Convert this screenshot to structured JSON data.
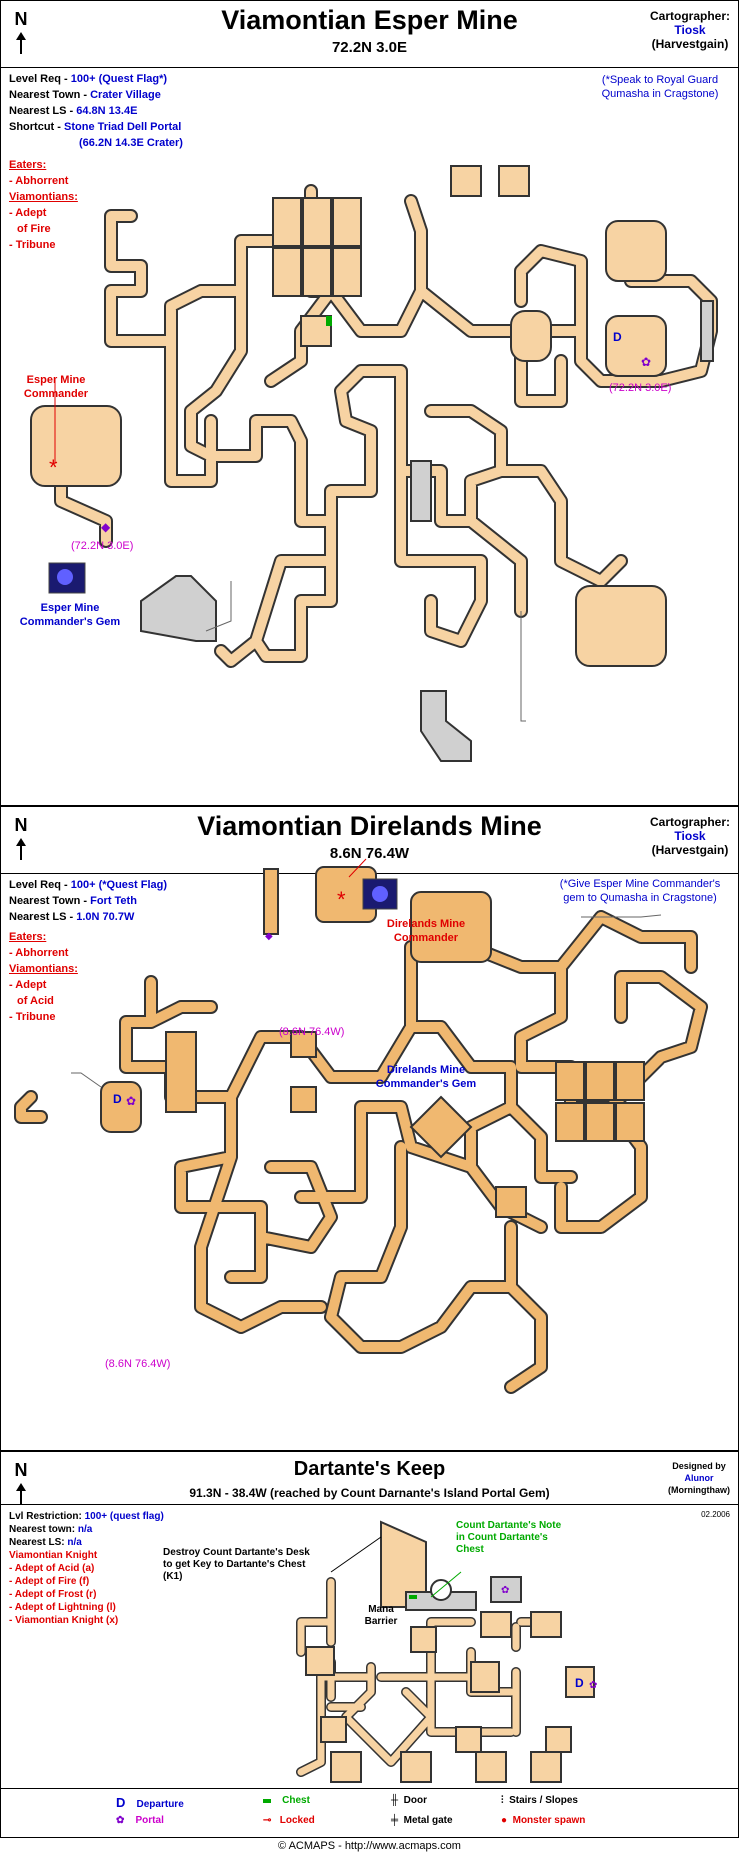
{
  "map1": {
    "north": "N",
    "title": "Viamontian Esper Mine",
    "coords": "72.2N 3.0E",
    "cartographer_label": "Cartographer:",
    "cartographer": "Tiosk",
    "cartographer_sub": "(Harvestgain)",
    "info": [
      {
        "label": "Level Req - ",
        "value": "100+ (Quest Flag*)"
      },
      {
        "label": "Nearest Town - ",
        "value": "Crater Village"
      },
      {
        "label": "Nearest LS - ",
        "value": "64.8N 13.4E"
      },
      {
        "label": "Shortcut - ",
        "value": "Stone Triad Dell Portal"
      },
      {
        "label": "",
        "value": "(66.2N 14.3E Crater)"
      }
    ],
    "note": "(*Speak to Royal Guard Qumasha  in Cragstone)",
    "eaters": "Eaters:",
    "eaters_items": [
      "- Abhorrent"
    ],
    "viamontians": "Viamontians:",
    "viamontians_items": [
      "- Adept",
      "  of Fire",
      "- Tribune"
    ],
    "commander_label": "Esper Mine Commander",
    "portal_coord_right": "(72.2N 3.0E)",
    "portal_coord_left": "(72.2N 3.0E)",
    "gem_label": "Esper Mine Commander's Gem",
    "departure": "D"
  },
  "map2": {
    "north": "N",
    "title": "Viamontian Direlands Mine",
    "coords": "8.6N 76.4W",
    "cartographer_label": "Cartographer:",
    "cartographer": "Tiosk",
    "cartographer_sub": "(Harvestgain)",
    "info": [
      {
        "label": "Level Req - ",
        "value": "100+ (*Quest Flag)"
      },
      {
        "label": "Nearest Town - ",
        "value": "Fort Teth"
      },
      {
        "label": "Nearest LS - ",
        "value": "1.0N 70.7W"
      }
    ],
    "note": "(*Give Esper Mine Commander's gem to Qumasha in Cragstone)",
    "eaters": "Eaters:",
    "eaters_items": [
      "- Abhorrent"
    ],
    "viamontians": "Viamontians:",
    "viamontians_items": [
      "- Adept",
      "  of Acid",
      "- Tribune"
    ],
    "commander_label": "Direlands Mine Commander",
    "portal_coord_top": "(8.6N 76.4W)",
    "portal_coord_bottom": "(8.6N 76.4W)",
    "gem_label": "Direlands Mine Commander's Gem",
    "departure": "D"
  },
  "map3": {
    "north": "N",
    "title": "Dartante's Keep",
    "coords": "91.3N - 38.4W (reached by Count Darnante's Island Portal Gem)",
    "designed_label": "Designed by",
    "designer": "Alunor",
    "designer_sub": "(Morningthaw)",
    "date": "02.2006",
    "info": [
      {
        "label": "Lvl Restriction: ",
        "value": "100+ (quest flag)"
      },
      {
        "label": "Nearest town: ",
        "value": "n/a"
      },
      {
        "label": "Nearest LS: ",
        "value": "n/a"
      }
    ],
    "knight_header": "Viamontian Knight",
    "knight_items": [
      "- Adept of Acid (a)",
      "- Adept of Fire (f)",
      "- Adept of Frost (r)",
      "- Adept of Lightning (l)",
      "- Viamontian Knight (x)"
    ],
    "desk_note": "Destroy Count Dartante's Desk to get Key to Dartante's Chest (K1)",
    "count_note": "Count Dartante's Note in Count Dartante's Chest",
    "mana_barrier": "Mana Barrier",
    "departure": "D"
  },
  "legend": {
    "departure_sym": "D",
    "departure": "Departure",
    "portal": "Portal",
    "chest": "Chest",
    "locked": "Locked",
    "door": "Door",
    "metal_gate": "Metal gate",
    "stairs": "Stairs / Slopes",
    "monster": "Monster spawn"
  },
  "footer": "© ACMAPS - http://www.acmaps.com",
  "colors": {
    "corridor": "#f7d3a3",
    "corridor2": "#f0b870",
    "outline": "#333333",
    "grey": "#d0d0d0"
  }
}
